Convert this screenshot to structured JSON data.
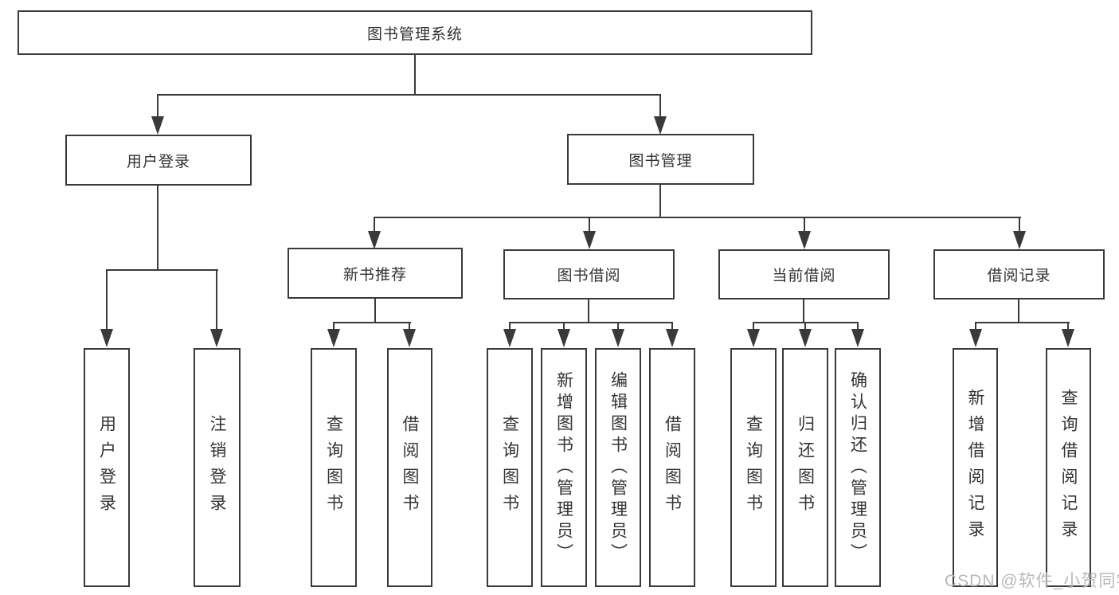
{
  "colors": {
    "background": "#ffffff",
    "box_fill": "#ffffff",
    "box_border": "#3a3a3a",
    "line": "#3a3a3a",
    "text": "#333333",
    "watermark": "#b9b9b9"
  },
  "nodes": {
    "root": "图书管理系统",
    "user_login": "用户登录",
    "book_mgmt": "图书管理",
    "new_books": "新书推荐",
    "book_borrow": "图书借阅",
    "current_borrow": "当前借阅",
    "borrow_records": "借阅记录"
  },
  "leaves": {
    "user": [
      "用户登录",
      "注销登录"
    ],
    "new_books": [
      "查询图书",
      "借阅图书"
    ],
    "book_borrow": [
      "查询图书",
      "新增图书（管理员）",
      "编辑图书（管理员）",
      "借阅图书"
    ],
    "current_borrow": [
      "查询图书",
      "归还图书",
      "确认归还（管理员）"
    ],
    "borrow_records": [
      "新增借阅记录",
      "查询借阅记录"
    ]
  },
  "watermark": "CSDN @软件_小贺同学"
}
